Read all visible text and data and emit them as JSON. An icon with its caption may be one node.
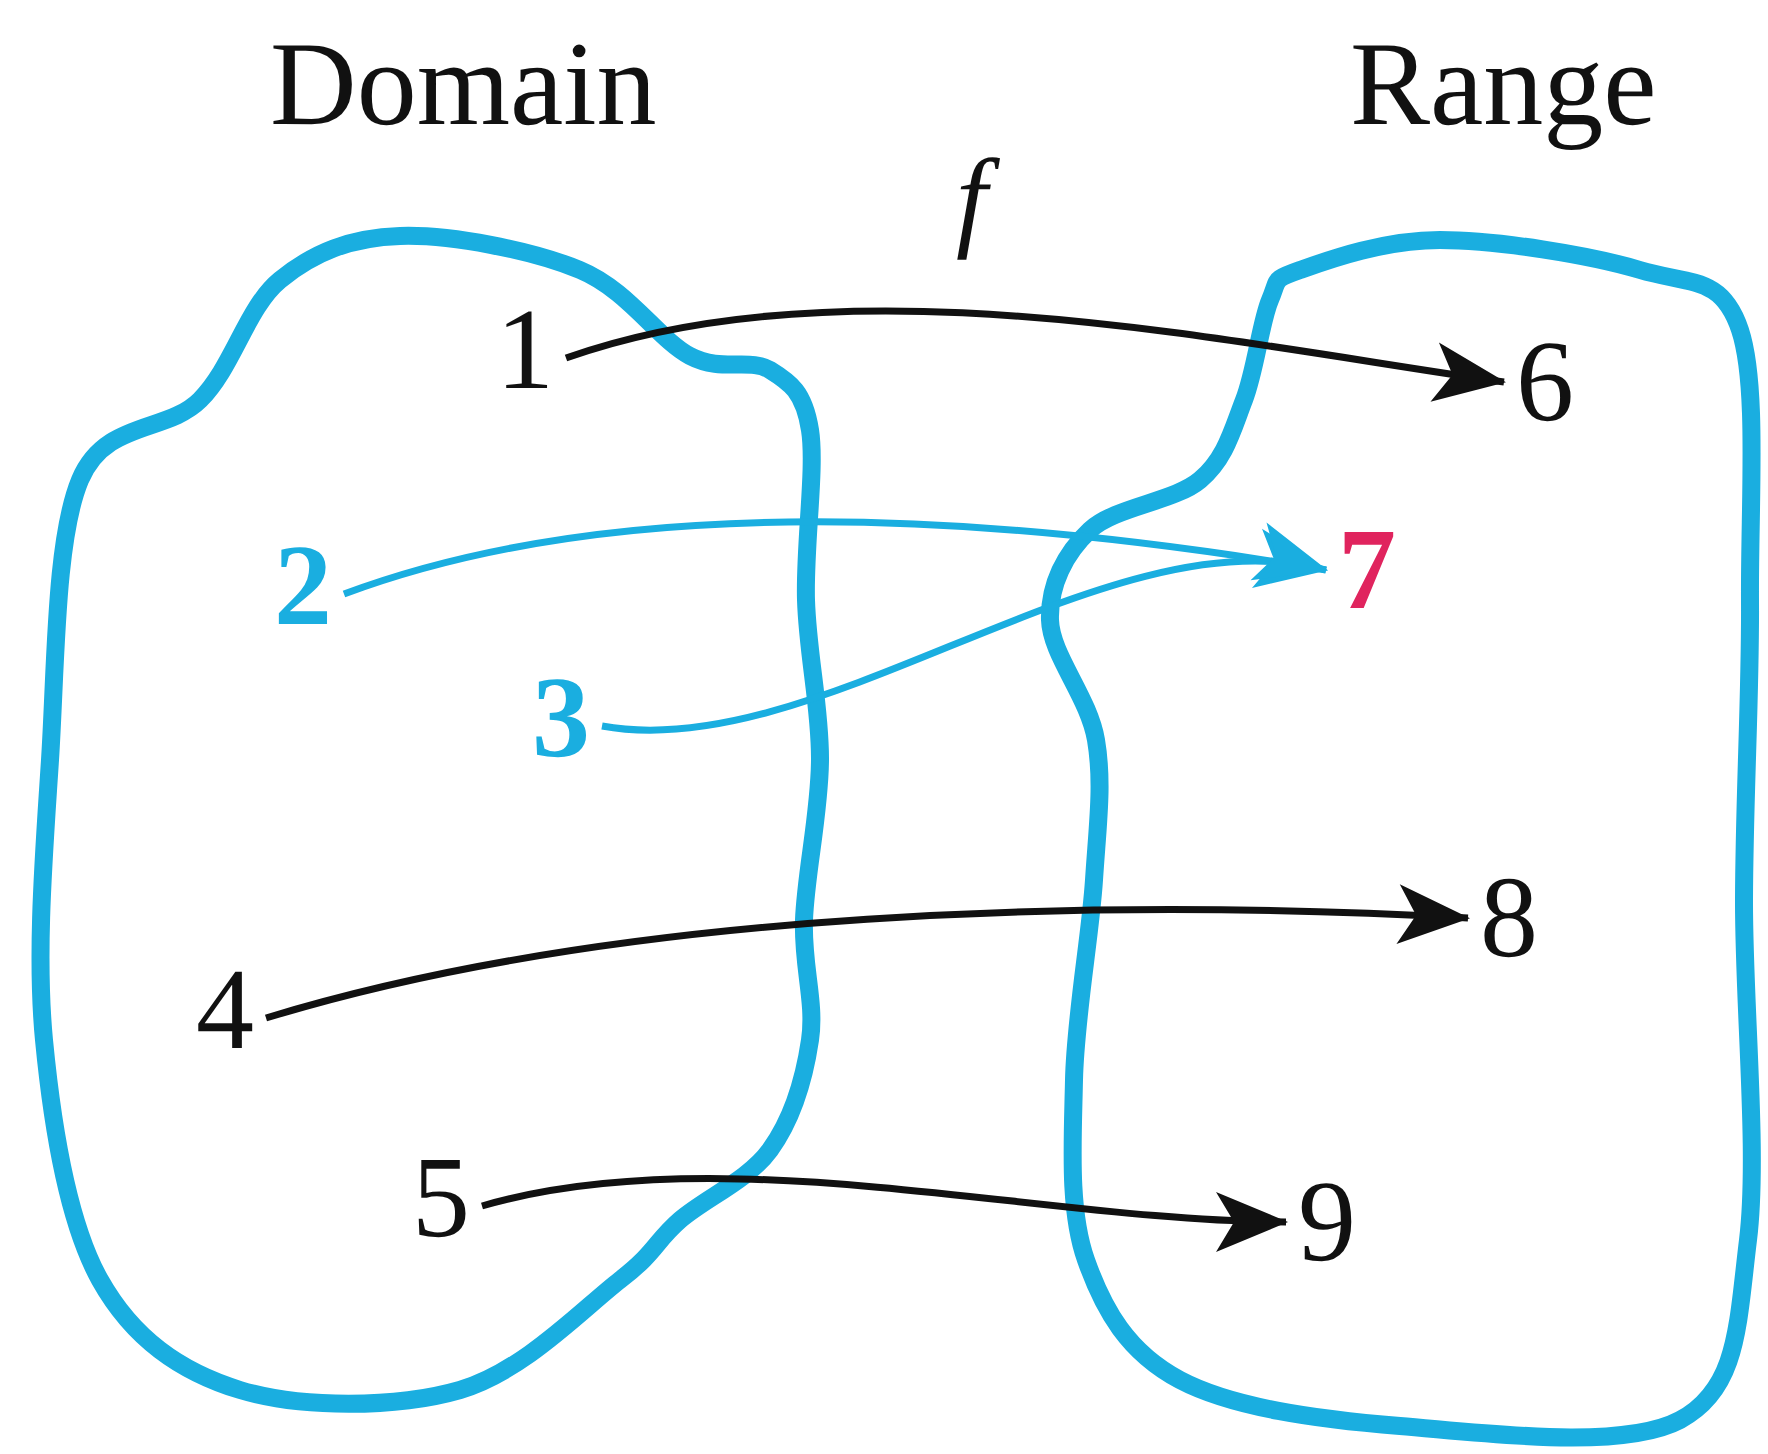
{
  "diagram": {
    "nodes": [
      {
        "text": [
          "Domain"
        ]
      },
      {
        "text": [
          "Range"
        ]
      },
      {
        "text": [
          "1"
        ],
        "in": 0
      },
      {
        "text": [
          "2"
        ],
        "in": 0
      },
      {
        "text": [
          "3"
        ],
        "in": 0
      },
      {
        "text": [
          "4"
        ],
        "in": 0
      },
      {
        "text": [
          "5"
        ],
        "in": 0
      },
      {
        "text": [
          "6"
        ],
        "in": 1
      },
      {
        "text": [
          "7"
        ],
        "in": 1
      },
      {
        "text": [
          "8"
        ],
        "in": 1
      },
      {
        "text": [
          "9"
        ],
        "in": 1
      }
    ],
    "edges": [
      {
        "from": 2,
        "to": 7,
        "arrow": "to"
      },
      {
        "from": 3,
        "to": 8,
        "arrow": "to",
        "color": "#1aaee0"
      },
      {
        "from": 4,
        "to": 8,
        "arrow": "to",
        "color": "#1aaee0"
      },
      {
        "from": 5,
        "to": 9,
        "arrow": "to"
      },
      {
        "from": 6,
        "to": 10,
        "arrow": "to"
      }
    ],
    "labels": [
      "f"
    ]
  }
}
